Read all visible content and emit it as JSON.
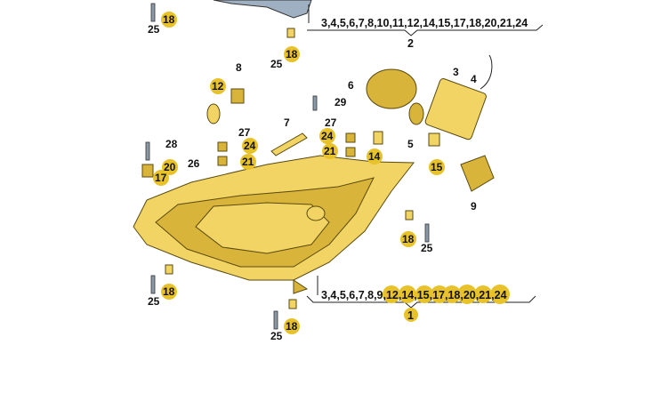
{
  "groups": {
    "top": {
      "parts": "3,4,5,6,7,8,10,11,12,14,15,17,18,20,21,24",
      "number": "2"
    },
    "bottom": {
      "parts": "3,4,5,6,7,8,9,12,14,15,17,18,20,21,24",
      "number": "1"
    }
  },
  "callouts": [
    "18",
    "25",
    "18",
    "25",
    "8",
    "12",
    "6",
    "3",
    "4",
    "29",
    "7",
    "27",
    "24",
    "21",
    "28",
    "20",
    "26",
    "17",
    "27",
    "24",
    "21",
    "14",
    "5",
    "15",
    "9",
    "18",
    "25",
    "18",
    "25",
    "18",
    "25"
  ],
  "colors": {
    "highlight": "#e8c22a",
    "part": "#f1d463"
  }
}
